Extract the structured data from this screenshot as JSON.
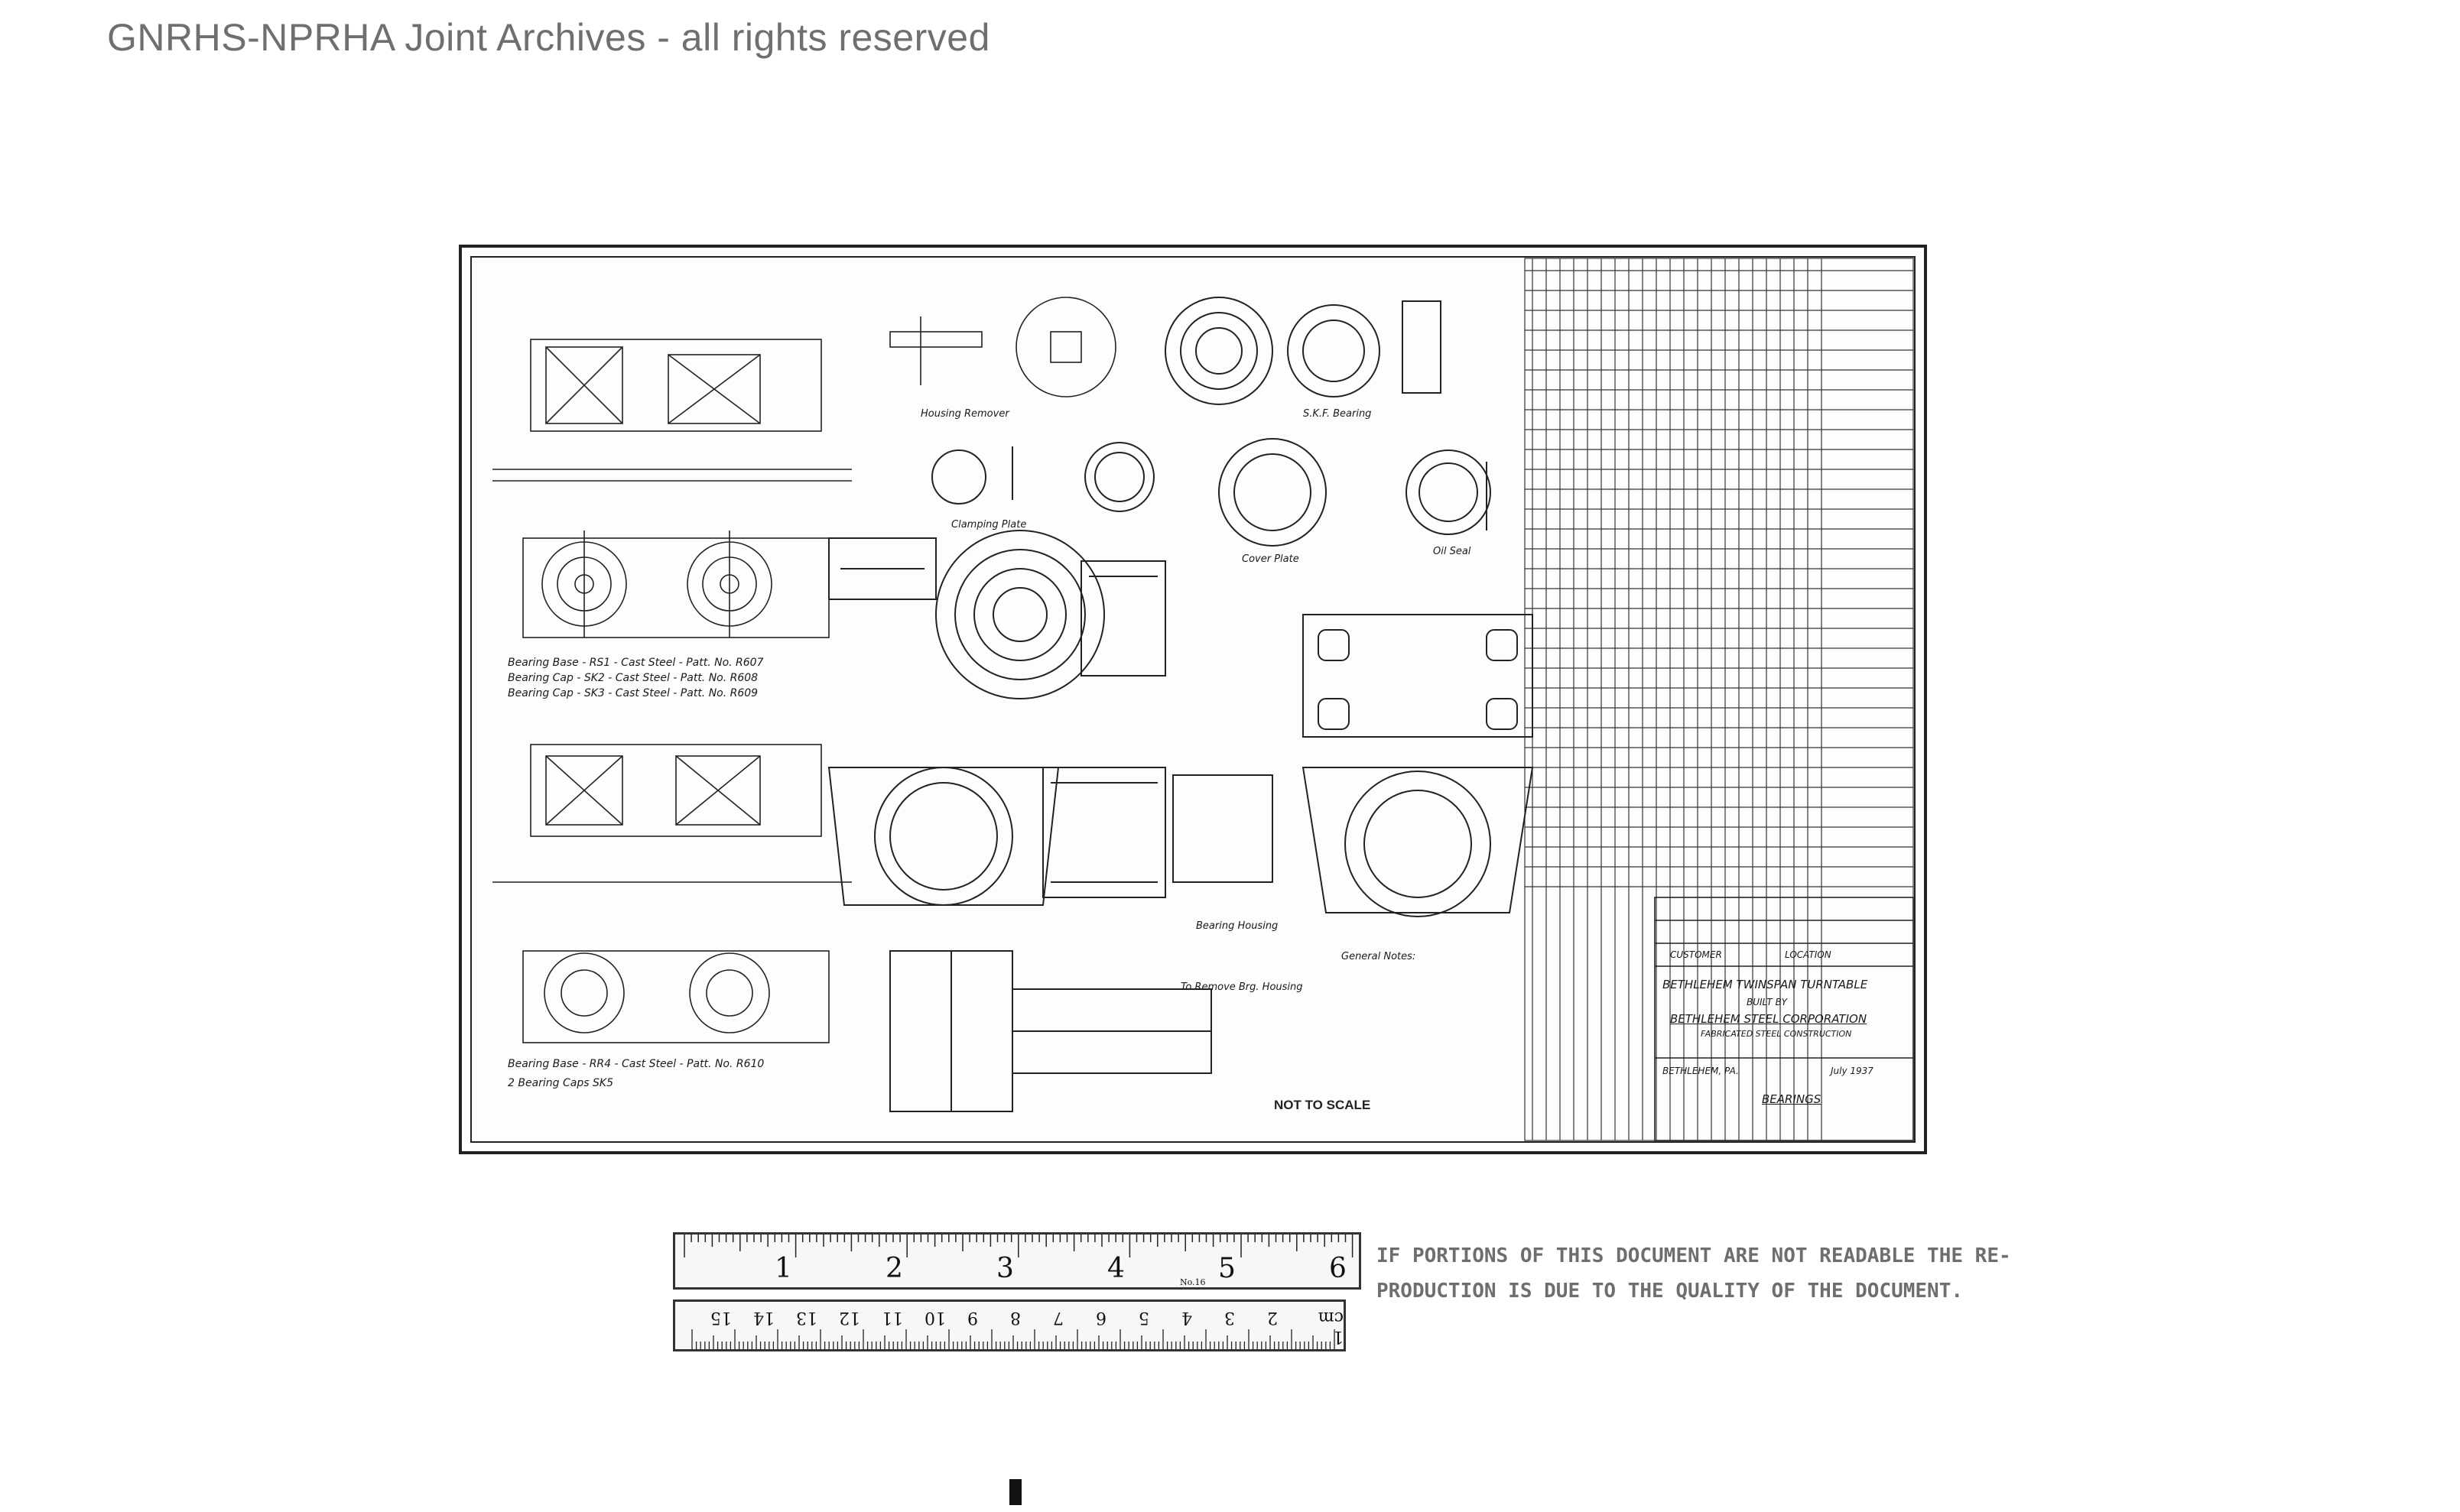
{
  "watermark": "GNRHS-NPRHA Joint Archives - all rights reserved",
  "drawing": {
    "scale_note": "NOT TO SCALE",
    "title_block": {
      "project": "BETHLEHEM TWINSPAN TURNTABLE",
      "built_by": "BUILT BY",
      "company": "BETHLEHEM STEEL CORPORATION",
      "division": "FABRICATED STEEL CONSTRUCTION",
      "location": "BETHLEHEM, PA.",
      "date": "July 1937",
      "sheet_title": "BEARINGS",
      "customer_label": "CUSTOMER",
      "location_label": "LOCATION"
    },
    "callouts": {
      "bearing_base": "Bearing Base - RS1 - Cast Steel - Patt. No. R607",
      "bearing_cap_1": "Bearing Cap - SK2 - Cast Steel - Patt. No. R608",
      "bearing_cap_2": "Bearing Cap - SK3 - Cast Steel - Patt. No. R609",
      "bearing_base_lower": "Bearing Base - RR4 - Cast Steel - Patt. No. R610",
      "bearing_caps_lower": "2 Bearing Caps SK5",
      "housing_remover": "Housing Remover",
      "clamping_plate": "Clamping Plate",
      "skf_bearing": "S.K.F. Bearing",
      "oil_seal": "Oil Seal",
      "cover_plate": "Cover Plate",
      "bearing_housing": "Bearing Housing",
      "to_remove": "To Remove Brg. Housing",
      "general_notes": "General Notes:"
    }
  },
  "ruler_inches": {
    "numbers": [
      "1",
      "2",
      "3",
      "4",
      "5",
      "6"
    ],
    "label": "No.16"
  },
  "ruler_cm": {
    "numbers": [
      "1 cm",
      "2",
      "3",
      "4",
      "5",
      "6",
      "7",
      "8",
      "9",
      "10",
      "11",
      "12",
      "13",
      "14",
      "15"
    ]
  },
  "notice": {
    "line1": "IF PORTIONS OF THIS DOCUMENT ARE NOT READABLE THE RE-",
    "line2": "PRODUCTION IS DUE TO THE QUALITY OF THE DOCUMENT."
  }
}
